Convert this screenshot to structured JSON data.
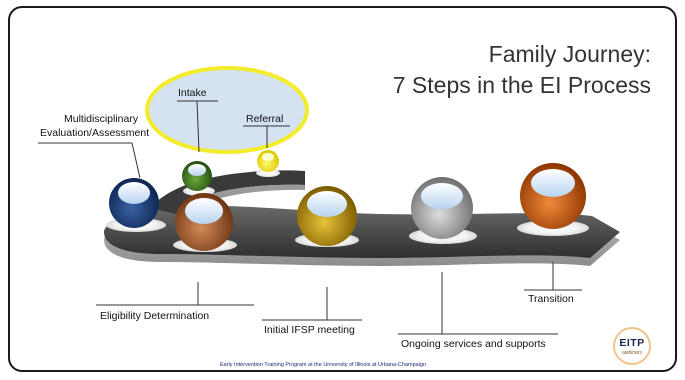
{
  "title": {
    "line1": "Family Journey:",
    "line2": "7 Steps in the EI Process"
  },
  "steps": {
    "intake": "Intake",
    "referral": "Referral",
    "evaluation_line1": "Multidisciplinary",
    "evaluation_line2": "Evaluation/Assessment",
    "eligibility": "Eligibility Determination",
    "ifsp": "Initial IFSP meeting",
    "ongoing": "Ongoing services and supports",
    "transition": "Transition"
  },
  "footer": "Early Intervention Training Program at the University of Illinois at Urbana-Champaign",
  "logo": {
    "mark": "EITP",
    "sub": "webinars"
  },
  "colors": {
    "highlight_fill": "#d4e2f2",
    "highlight_border": "#f2ec2a",
    "path": "#4a4a4a",
    "referral_ball": "#f4ec1a",
    "intake_ball": "#3f7f1f",
    "evaluation_ball": "#1f3f73",
    "eligibility_ball": "#9c5a2c",
    "ifsp_ball": "#b8900a",
    "ongoing_ball": "#9a9a9a",
    "transition_ball": "#c85a10"
  }
}
